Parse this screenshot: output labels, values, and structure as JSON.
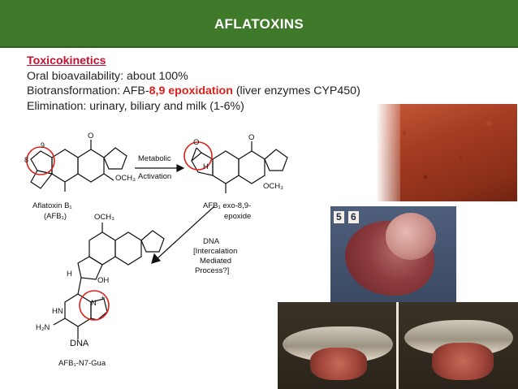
{
  "slide": {
    "title": "AFLATOXINS",
    "heading": "Toxicokinetics",
    "line1": "Oral bioavailability: about 100%",
    "line2_pre": "Biotransformation: AFB-",
    "line2_highlight": "8,9 epoxidation",
    "line2_post": " (liver enzymes CYP450)",
    "line3": "Elimination: urinary, biliary and milk (1-6%)"
  },
  "diagram": {
    "compound1_name": "Aflatoxin B₁",
    "compound1_abbr": "(AFB₁)",
    "arrow1_line1": "Metabolic",
    "arrow1_line2": "Activation",
    "compound2_line1": "AFB₁ exo-8,9-",
    "compound2_line2": "epoxide",
    "arrow2_line1": "DNA",
    "arrow2_line2": "[Intercalation",
    "arrow2_line3": "Mediated",
    "arrow2_line4": "Process?]",
    "adduct_dna": "DNA",
    "adduct_name": "AFB₁-N7-Gua",
    "atom_och3": "OCH₃",
    "atom_o": "O",
    "atom_h": "H",
    "atom_oh": "OH",
    "atom_n": "N",
    "atom_hn": "HN",
    "atom_h2n": "H₂N",
    "locant_8": "8",
    "locant_9": "9",
    "charge_plus": "+"
  },
  "photos": {
    "tag_5": "5",
    "tag_6": "6"
  },
  "colors": {
    "header_bg": "#3f7a2a",
    "heading": "#c8102e",
    "highlight": "#e0201b",
    "circle": "#e0201b"
  }
}
